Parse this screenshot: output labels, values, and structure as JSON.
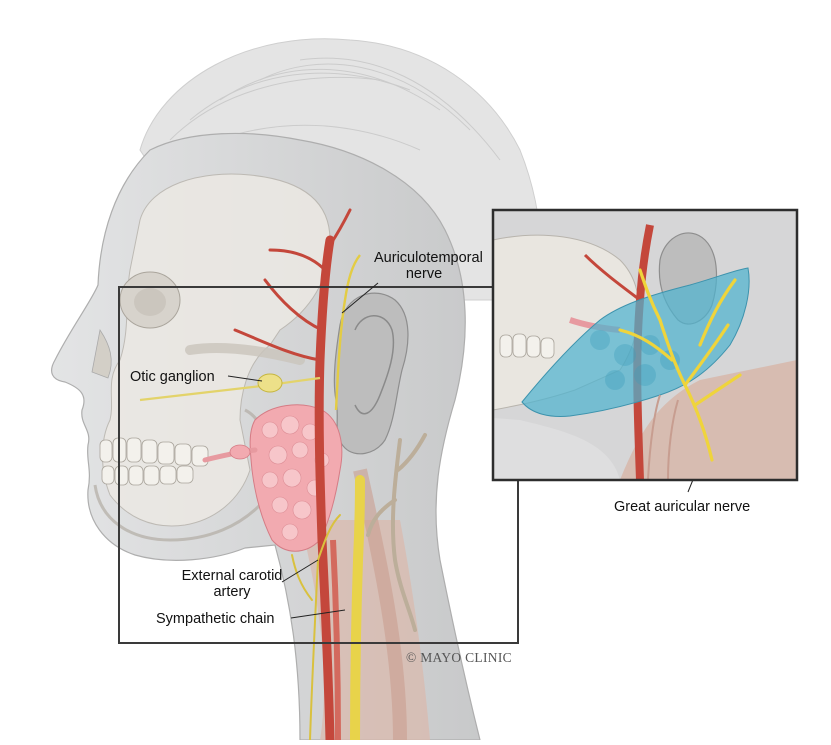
{
  "labels": {
    "auriculotemporal_line1": "Auriculotemporal",
    "auriculotemporal_line2": "nerve",
    "otic_ganglion": "Otic ganglion",
    "external_carotid_line1": "External carotid",
    "external_carotid_line2": "artery",
    "sympathetic_chain": "Sympathetic chain",
    "great_auricular": "Great auricular nerve"
  },
  "copyright": "© MAYO CLINIC",
  "colors": {
    "skin": "#d9dadb",
    "skull": "#e9e6e0",
    "artery": "#c9453a",
    "nerve": "#e8d34a",
    "parotid": "#f2a8ad",
    "highlight": "#4fb3cf",
    "muscle": "#d8b5a8",
    "frame": "#333333"
  }
}
